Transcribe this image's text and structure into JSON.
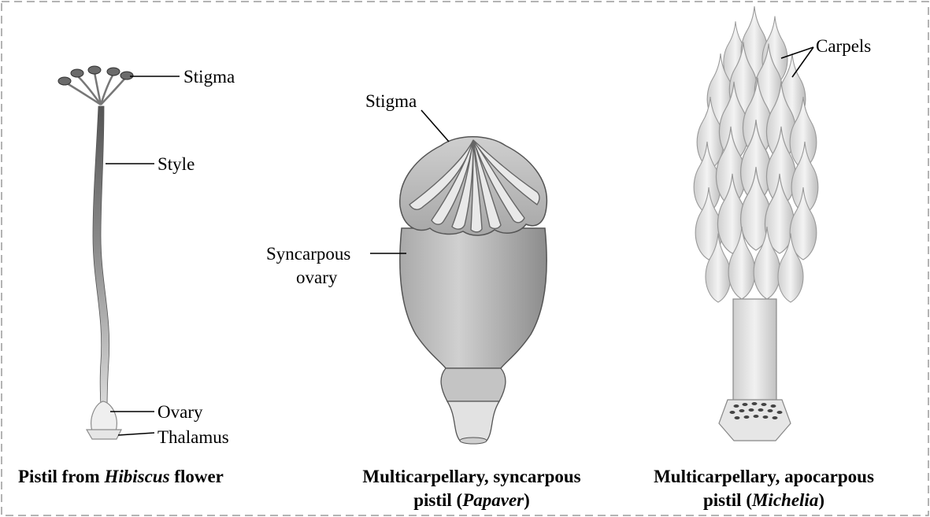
{
  "panels": {
    "hibiscus": {
      "labels": {
        "stigma": "Stigma",
        "style": "Style",
        "ovary": "Ovary",
        "thalamus": "Thalamus"
      },
      "caption": {
        "prefix": "Pistil from ",
        "genus": "Hibiscus",
        "suffix": " flower"
      }
    },
    "papaver": {
      "labels": {
        "stigma": "Stigma",
        "ovary_line1": "Syncarpous",
        "ovary_line2": "ovary"
      },
      "caption": {
        "line1": "Multicarpellary, syncarpous",
        "line2_prefix": "pistil (",
        "genus": "Papaver",
        "line2_suffix": ")"
      }
    },
    "michelia": {
      "labels": {
        "carpels": "Carpels"
      },
      "caption": {
        "line1": "Multicarpellary, apocarpous",
        "line2_prefix": "pistil (",
        "genus": "Michelia",
        "line2_suffix": ")"
      }
    }
  }
}
